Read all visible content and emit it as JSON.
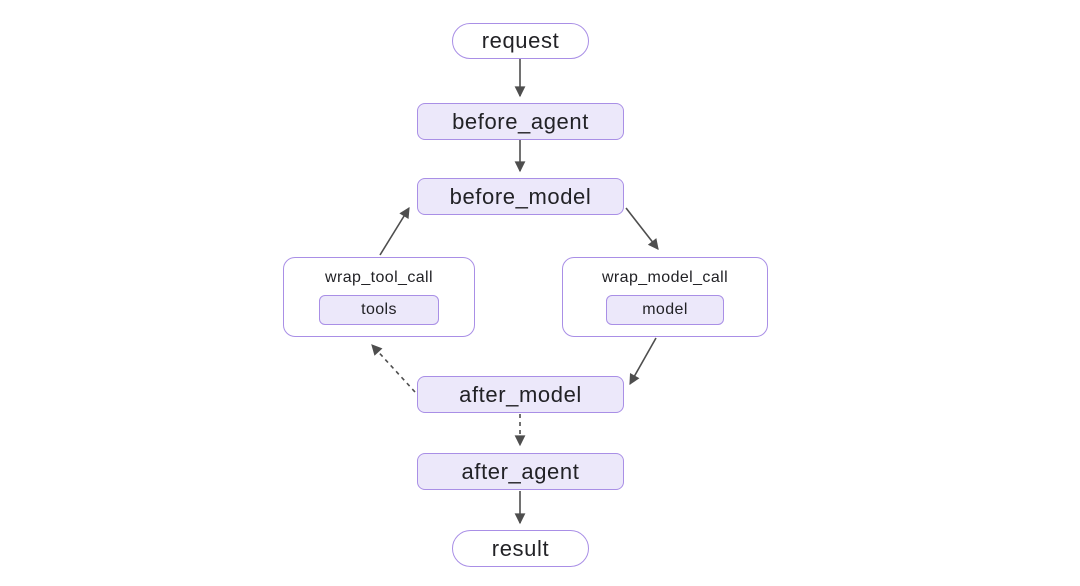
{
  "diagram": {
    "type": "flowchart",
    "direction": "top-down",
    "nodes": {
      "request": {
        "label": "request",
        "shape": "stadium"
      },
      "before_agent": {
        "label": "before_agent",
        "shape": "rect"
      },
      "before_model": {
        "label": "before_model",
        "shape": "rect"
      },
      "wrap_tool_call": {
        "label": "wrap_tool_call",
        "shape": "subgraph",
        "child": {
          "label": "tools",
          "shape": "rect"
        }
      },
      "wrap_model_call": {
        "label": "wrap_model_call",
        "shape": "subgraph",
        "child": {
          "label": "model",
          "shape": "rect"
        }
      },
      "after_model": {
        "label": "after_model",
        "shape": "rect"
      },
      "after_agent": {
        "label": "after_agent",
        "shape": "rect"
      },
      "result": {
        "label": "result",
        "shape": "stadium"
      }
    },
    "edges": [
      {
        "from": "request",
        "to": "before_agent",
        "style": "solid"
      },
      {
        "from": "before_agent",
        "to": "before_model",
        "style": "solid"
      },
      {
        "from": "before_model",
        "to": "wrap_model_call",
        "style": "solid"
      },
      {
        "from": "wrap_tool_call",
        "to": "before_model",
        "style": "solid"
      },
      {
        "from": "wrap_model_call",
        "to": "after_model",
        "style": "solid"
      },
      {
        "from": "after_model",
        "to": "wrap_tool_call",
        "style": "dashed"
      },
      {
        "from": "after_model",
        "to": "after_agent",
        "style": "dashed"
      },
      {
        "from": "after_agent",
        "to": "result",
        "style": "solid"
      }
    ],
    "colors": {
      "node_border": "#a98fe6",
      "node_fill": "#ece8fa",
      "subgraph_fill": "#ffffff",
      "edge": "#4e4e4e",
      "text": "#222226",
      "background": "#ffffff"
    }
  }
}
